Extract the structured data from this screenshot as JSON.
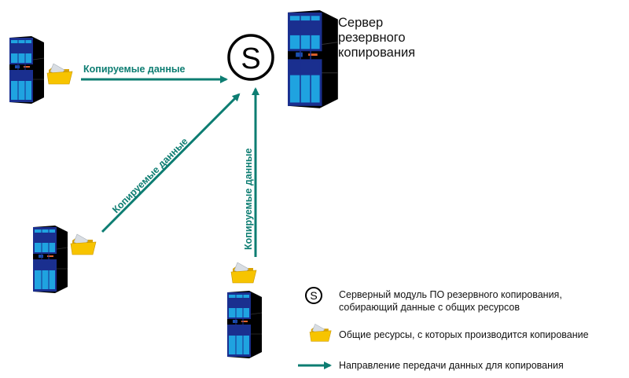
{
  "diagram": {
    "server": {
      "title_lines": [
        "Сервер",
        "резервного",
        "копирования"
      ]
    },
    "module_symbol": "S",
    "arrows": [
      {
        "label": "Копируемые данные",
        "from": "workstation-1",
        "direction": "horizontal"
      },
      {
        "label": "Копируемые данные",
        "from": "workstation-2",
        "direction": "diagonal"
      },
      {
        "label": "Копируемые данные",
        "from": "workstation-3",
        "direction": "vertical"
      }
    ],
    "legend": {
      "module_line1": "Серверный модуль ПО резервного копирования,",
      "module_line2": "собирающий данные с общих ресурсов",
      "shares": "Общие ресурсы, с которых производится копирование",
      "direction": "Направление передачи данных для копирования"
    },
    "colors": {
      "arrow": "#0d7d72",
      "server_dark": "#1a2f8f",
      "server_light": "#1fa3e0",
      "folder": "#f7c400",
      "led": "#e0602a"
    }
  }
}
